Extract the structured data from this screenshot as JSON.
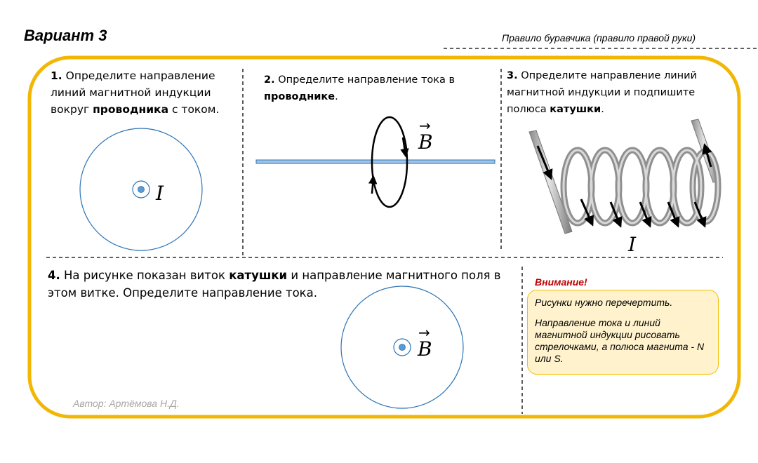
{
  "header": {
    "variant_title": "Вариант 3",
    "rule_title": "Правило буравчика (правило правой руки)"
  },
  "tasks": [
    {
      "number": "1.",
      "pre": " Определите направление линий магнитной индукции вокруг ",
      "bold": "проводника",
      "post": " с током."
    },
    {
      "number": "2.",
      "pre": " Определите направление тока в ",
      "bold": "проводнике",
      "post": "."
    },
    {
      "number": "3.",
      "pre": " Определите направление линий магнитной индукции и подпишите полюса ",
      "bold": "катушки",
      "post": "."
    },
    {
      "number": "4.",
      "pre": " На рисунке показан виток ",
      "bold": "катушки",
      "post": " и направление магнитного поля в этом витке. Определите направление тока."
    }
  ],
  "figures": {
    "current_label": "I",
    "field_label": "B",
    "coil_current_label": "I",
    "vector_arrow": "→"
  },
  "notice": {
    "title": "Внимание!",
    "line1": "Рисунки нужно перечертить.",
    "line2": "Направление тока и линий магнитной индукции рисовать стрелочками, а полюса магнита -  N или S."
  },
  "author": "Автор: Артёмова Н.Д.",
  "colors": {
    "frame": "#f2b705",
    "circle": "#2e75b6",
    "dot": "#5b9bd5",
    "notice_bg": "#fff2cc",
    "notice_title": "#c00000"
  }
}
